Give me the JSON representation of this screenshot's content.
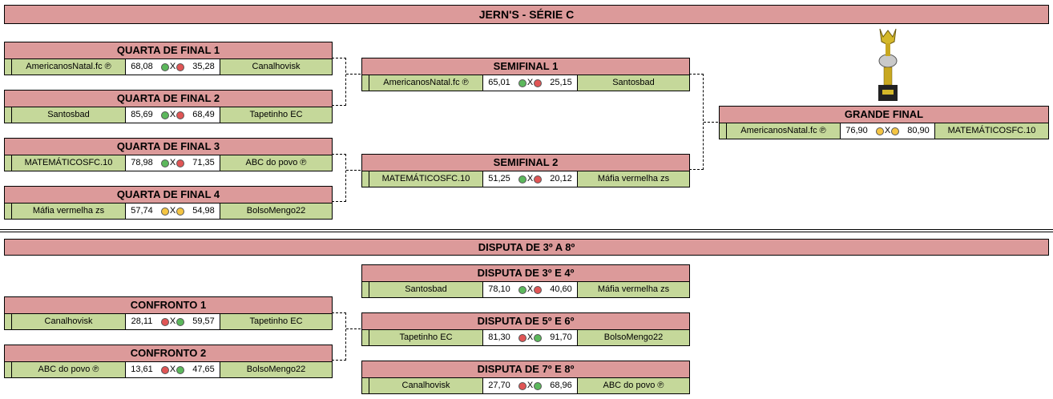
{
  "header": {
    "title": "JERN'S - SÉRIE C"
  },
  "section2": {
    "title": "DISPUTA DE 3º A 8º"
  },
  "colors": {
    "bar": "#dc9a9a",
    "team": "#c5d89a",
    "win": "#5cb85c",
    "lose": "#e05555",
    "tie": "#f5c542"
  },
  "matches": {
    "qf1": {
      "title": "QUARTA DE FINAL 1",
      "home": "AmericanosNatal.fc ℗",
      "home_score": "68,08",
      "home_result": "win",
      "sep": "X",
      "away_result": "lose",
      "away_score": "35,28",
      "away": "Canalhovisk"
    },
    "qf2": {
      "title": "QUARTA DE FINAL 2",
      "home": "Santosbad",
      "home_score": "85,69",
      "home_result": "win",
      "sep": "X",
      "away_result": "lose",
      "away_score": "68,49",
      "away": "Tapetinho EC"
    },
    "qf3": {
      "title": "QUARTA DE FINAL 3",
      "home": "MATEMÁTICOSFC.10",
      "home_score": "78,98",
      "home_result": "win",
      "sep": "X",
      "away_result": "lose",
      "away_score": "71,35",
      "away": "ABC do povo ℗"
    },
    "qf4": {
      "title": "QUARTA DE FINAL 4",
      "home": "Máfia vermelha zs",
      "home_score": "57,74",
      "home_result": "tie",
      "sep": "X",
      "away_result": "tie",
      "away_score": "54,98",
      "away": "BolsoMengo22"
    },
    "sf1": {
      "title": "SEMIFINAL 1",
      "home": "AmericanosNatal.fc ℗",
      "home_score": "65,01",
      "home_result": "win",
      "sep": "X",
      "away_result": "lose",
      "away_score": "25,15",
      "away": "Santosbad"
    },
    "sf2": {
      "title": "SEMIFINAL 2",
      "home": "MATEMÁTICOSFC.10",
      "home_score": "51,25",
      "home_result": "win",
      "sep": "X",
      "away_result": "lose",
      "away_score": "20,12",
      "away": "Máfia vermelha zs"
    },
    "final": {
      "title": "GRANDE FINAL",
      "home": "AmericanosNatal.fc ℗",
      "home_score": "76,90",
      "home_result": "tie",
      "sep": "X",
      "away_result": "tie",
      "away_score": "80,90",
      "away": "MATEMÁTICOSFC.10"
    },
    "c1": {
      "title": "CONFRONTO 1",
      "home": "Canalhovisk",
      "home_score": "28,11",
      "home_result": "lose",
      "sep": "X",
      "away_result": "win",
      "away_score": "59,57",
      "away": "Tapetinho EC"
    },
    "c2": {
      "title": "CONFRONTO 2",
      "home": "ABC do povo ℗",
      "home_score": "13,61",
      "home_result": "lose",
      "sep": "X",
      "away_result": "win",
      "away_score": "47,65",
      "away": "BolsoMengo22"
    },
    "d34": {
      "title": "DISPUTA DE 3º E 4º",
      "home": "Santosbad",
      "home_score": "78,10",
      "home_result": "win",
      "sep": "X",
      "away_result": "lose",
      "away_score": "40,60",
      "away": "Máfia vermelha zs"
    },
    "d56": {
      "title": "DISPUTA DE 5º E 6º",
      "home": "Tapetinho EC",
      "home_score": "81,30",
      "home_result": "lose",
      "sep": "X",
      "away_result": "win",
      "away_score": "91,70",
      "away": "BolsoMengo22"
    },
    "d78": {
      "title": "DISPUTA DE 7º E 8º",
      "home": "Canalhovisk",
      "home_score": "27,70",
      "home_result": "lose",
      "sep": "X",
      "away_result": "win",
      "away_score": "68,96",
      "away": "ABC do povo ℗"
    }
  }
}
